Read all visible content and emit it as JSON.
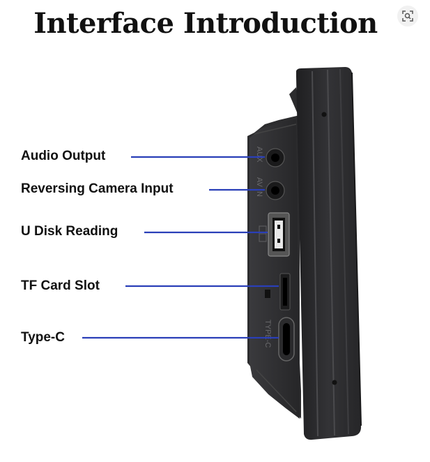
{
  "title": "Interface Introduction",
  "icons": {
    "lens": "visual-search-icon"
  },
  "colors": {
    "pointer_line": "#2a3fb8",
    "device_body": "#2b2b2d",
    "title": "#111111"
  },
  "labels": [
    {
      "id": "audio-output",
      "text": "Audio Output"
    },
    {
      "id": "reversing-camera-input",
      "text": "Reversing Camera Input"
    },
    {
      "id": "u-disk-reading",
      "text": "U Disk Reading"
    },
    {
      "id": "tf-card-slot",
      "text": "TF Card Slot"
    },
    {
      "id": "type-c",
      "text": "Type-C"
    }
  ],
  "port_markings": {
    "aux": "AUX",
    "av_in": "AV IN",
    "type_c": "TYPE-C"
  }
}
